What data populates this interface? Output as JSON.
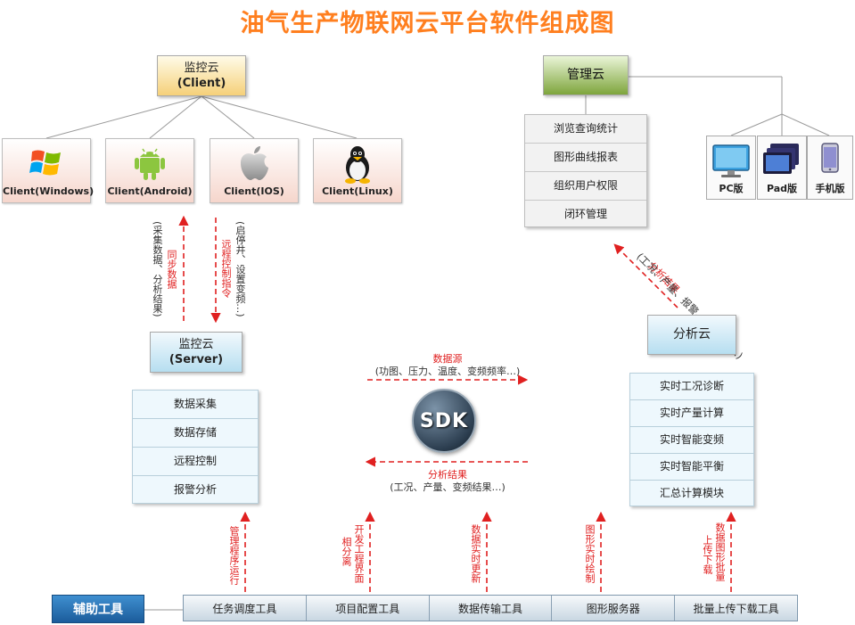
{
  "title": "油气生产物联网云平台软件组成图",
  "client_cloud": {
    "label_top": "监控云",
    "label_bottom": "(Client)"
  },
  "clients": [
    {
      "label": "Client(Windows)",
      "icon": "windows-logo-icon"
    },
    {
      "label": "Client(Android)",
      "icon": "android-logo-icon"
    },
    {
      "label": "Client(IOS)",
      "icon": "apple-logo-icon"
    },
    {
      "label": "Client(Linux)",
      "icon": "linux-penguin-icon"
    }
  ],
  "management_cloud": {
    "label": "管理云",
    "items": [
      "浏览查询统计",
      "图形曲线报表",
      "组织用户权限",
      "闭环管理"
    ]
  },
  "devices": [
    {
      "label": "PC版",
      "icon": "monitor-icon"
    },
    {
      "label": "Pad版",
      "icon": "tablet-icon"
    },
    {
      "label": "手机版",
      "icon": "phone-icon"
    }
  ],
  "server_cloud": {
    "label_top": "监控云",
    "label_bottom": "(Server)",
    "items": [
      "数据采集",
      "数据存储",
      "远程控制",
      "报警分析"
    ]
  },
  "analysis_cloud": {
    "label": "分析云",
    "items": [
      "实时工况诊断",
      "实时产量计算",
      "实时智能变频",
      "实时智能平衡",
      "汇总计算模块"
    ]
  },
  "sync": {
    "title": "同步数据",
    "detail": "(采集数据、分析结果)"
  },
  "remote": {
    "title": "远程控制指令",
    "detail": "(启停井、设置变频…)"
  },
  "analysis_to_mgmt": {
    "title": "分析结果",
    "detail": "(工况、产量、报警、平衡结果…)"
  },
  "data_source": {
    "title": "数据源",
    "detail": "(功图、压力、温度、变频频率…)"
  },
  "analysis_result": {
    "title": "分析结果",
    "detail": "(工况、产量、变频结果…)"
  },
  "sdk": {
    "label": "SDK"
  },
  "tool_arrows": [
    "管理程序运行",
    "开发工程界面",
    "相分离",
    "数据实时更新",
    "图形实时绘制",
    "数据图形批量",
    "上传下载"
  ],
  "aux_tool": "辅助工具",
  "tools": [
    "任务调度工具",
    "项目配置工具",
    "数据传输工具",
    "图形服务器",
    "批量上传下载工具"
  ]
}
